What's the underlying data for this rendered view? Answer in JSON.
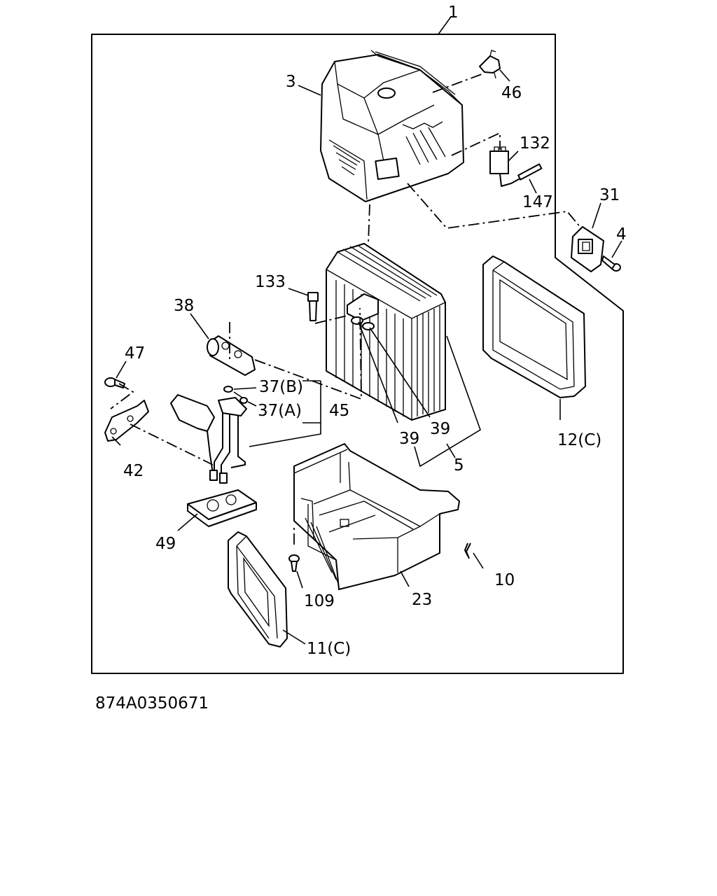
{
  "callouts": {
    "c1": "1",
    "c3": "3",
    "c46": "46",
    "c132": "132",
    "c147": "147",
    "c31": "31",
    "c4": "4",
    "c133": "133",
    "c38": "38",
    "c47": "47",
    "c37b": "37(B)",
    "c37a": "37(A)",
    "c45": "45",
    "c39a": "39",
    "c39b": "39",
    "c5": "5",
    "c12c": "12(C)",
    "c42": "42",
    "c49": "49",
    "c10": "10",
    "c109": "109",
    "c23": "23",
    "c11c": "11(C)"
  },
  "diagram_code": "874A0350671"
}
